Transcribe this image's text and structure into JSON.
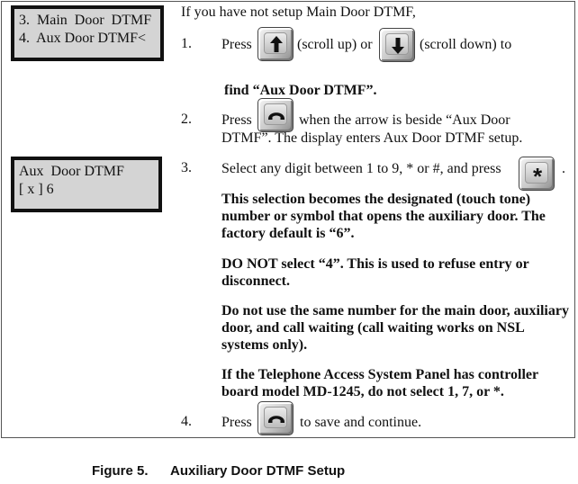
{
  "display1": {
    "line1": "3.  Main  Door  DTMF",
    "line2": "4.  Aux Door DTMF<"
  },
  "display2": {
    "line1": "Aux  Door DTMF",
    "line2": "[ x ] 6"
  },
  "intro": "If you have not setup Main Door DTMF,",
  "step1": {
    "num": "1.",
    "press": "Press",
    "up_text": "(scroll up) or",
    "down_text": "(scroll down) to",
    "find": "find “Aux Door DTMF”."
  },
  "step2": {
    "num": "2.",
    "press": "Press",
    "line1": "when the arrow is beside “Aux Door",
    "line2": "DTMF”.  The display enters Aux Door DTMF setup."
  },
  "step3": {
    "num": "3.",
    "text": "Select any digit between 1 to 9, * or #, and press",
    "period": ".",
    "key_label": "*",
    "note1": "This selection becomes the designated (touch tone) number or symbol that opens the auxiliary door.  The factory default is “6”.",
    "note2": "DO NOT select “4”. This is used to refuse entry or disconnect.",
    "note3": "Do not use the same number for the main door, auxiliary door, and call waiting (call waiting works on NSL systems only).",
    "note4": "If the Telephone Access System Panel has controller board model MD-1245, do not select 1, 7, or *."
  },
  "step4": {
    "num": "4.",
    "press": "Press",
    "text": "to save and continue."
  },
  "caption": {
    "label": "Figure 5.",
    "title": "Auxiliary Door DTMF Setup"
  },
  "icons": {
    "up": "arrow-up-key-icon",
    "down": "arrow-down-key-icon",
    "phone": "phone-handset-key-icon",
    "star": "star-key-icon"
  }
}
